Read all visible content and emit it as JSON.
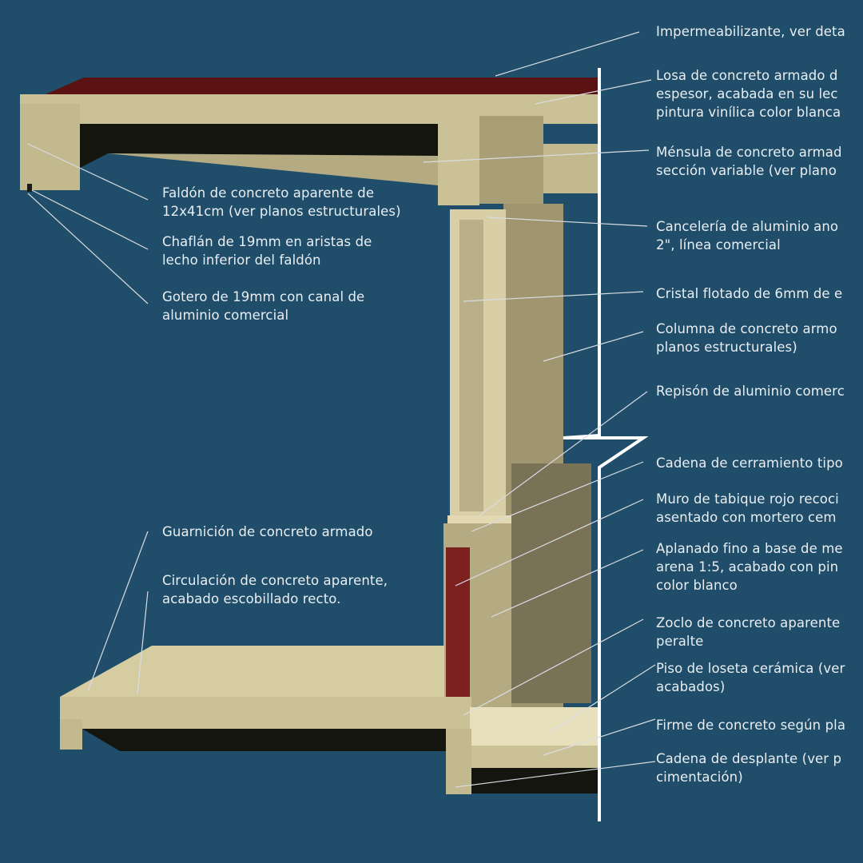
{
  "colors": {
    "background": "#1f4d6a",
    "concrete": "#cbc196",
    "concrete_shade": "#a99f77",
    "waterproofing": "#5b1212",
    "brick": "#7c2020",
    "tile": "#e8dfbd",
    "leader": "#d8dde2"
  },
  "labels_left": [
    {
      "id": "faldon",
      "lines": [
        "Faldón de concreto aparente de",
        "12x41cm (ver planos estructurales)"
      ]
    },
    {
      "id": "chaflan",
      "lines": [
        "Chaflán de 19mm en aristas de",
        "lecho inferior del faldón"
      ]
    },
    {
      "id": "gotero",
      "lines": [
        "Gotero de 19mm con canal de",
        "aluminio comercial"
      ]
    },
    {
      "id": "guarnicion",
      "lines": [
        "Guarnición de concreto armado"
      ]
    },
    {
      "id": "circulacion",
      "lines": [
        "Circulación de concreto aparente,",
        "acabado escobillado recto."
      ]
    }
  ],
  "labels_right": [
    {
      "id": "impermeabilizante",
      "lines": [
        "Impermeabilizante, ver deta"
      ]
    },
    {
      "id": "losa",
      "lines": [
        "Losa de concreto armado d",
        "espesor, acabada en su lec",
        "pintura vinílica color blanca"
      ]
    },
    {
      "id": "mensula",
      "lines": [
        "Ménsula de concreto armad",
        "sección variable (ver plano"
      ]
    },
    {
      "id": "canceleria",
      "lines": [
        "Cancelería de aluminio ano",
        "2\", línea comercial"
      ]
    },
    {
      "id": "cristal",
      "lines": [
        "Cristal flotado de 6mm de e"
      ]
    },
    {
      "id": "columna",
      "lines": [
        "Columna de concreto armo",
        "planos estructurales)"
      ]
    },
    {
      "id": "repison",
      "lines": [
        "Repisón de aluminio comerc"
      ]
    },
    {
      "id": "cadena-cerramiento",
      "lines": [
        "Cadena de cerramiento tipo"
      ]
    },
    {
      "id": "muro",
      "lines": [
        "Muro de tabique rojo recoci",
        "asentado con mortero cem"
      ]
    },
    {
      "id": "aplanado",
      "lines": [
        "Aplanado fino a base de me",
        "arena 1:5, acabado con pin",
        "color blanco"
      ]
    },
    {
      "id": "zoclo",
      "lines": [
        "Zoclo de concreto aparente",
        "peralte"
      ]
    },
    {
      "id": "piso",
      "lines": [
        "Piso de loseta cerámica (ver",
        "acabados)"
      ]
    },
    {
      "id": "firme",
      "lines": [
        "Firme de concreto según pla"
      ]
    },
    {
      "id": "cadena-desplante",
      "lines": [
        "Cadena de desplante (ver p",
        "cimentación)"
      ]
    }
  ]
}
